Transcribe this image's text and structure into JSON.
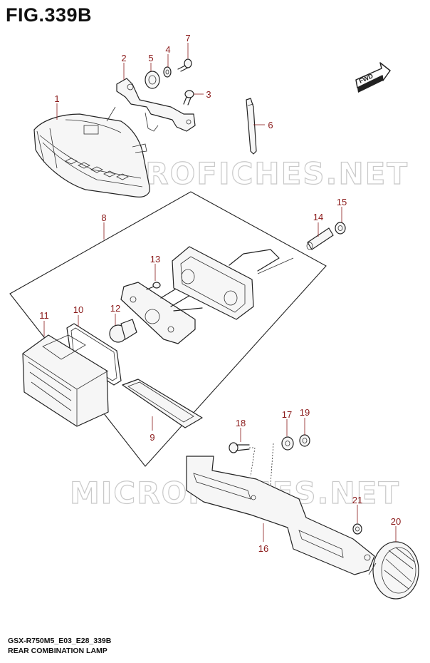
{
  "figure": {
    "title": "FIG.339B",
    "model_code": "GSX-R750M5_E03_E28_339B",
    "section_name": "REAR COMBINATION LAMP"
  },
  "watermarks": [
    "MICROFICHES.NET",
    "MICROFICHES.NET"
  ],
  "direction_badge": "FWD",
  "callouts": [
    {
      "id": "1",
      "label": "1"
    },
    {
      "id": "2",
      "label": "2"
    },
    {
      "id": "3",
      "label": "3"
    },
    {
      "id": "4",
      "label": "4"
    },
    {
      "id": "5",
      "label": "5"
    },
    {
      "id": "6",
      "label": "6"
    },
    {
      "id": "7",
      "label": "7"
    },
    {
      "id": "8",
      "label": "8"
    },
    {
      "id": "9",
      "label": "9"
    },
    {
      "id": "10",
      "label": "10"
    },
    {
      "id": "11",
      "label": "11"
    },
    {
      "id": "12",
      "label": "12"
    },
    {
      "id": "13",
      "label": "13"
    },
    {
      "id": "14",
      "label": "14"
    },
    {
      "id": "15",
      "label": "15"
    },
    {
      "id": "16",
      "label": "16"
    },
    {
      "id": "17",
      "label": "17"
    },
    {
      "id": "18",
      "label": "18"
    },
    {
      "id": "19",
      "label": "19"
    },
    {
      "id": "20",
      "label": "20"
    },
    {
      "id": "21",
      "label": "21"
    }
  ],
  "colors": {
    "callout": "#8b1a1a",
    "line": "#222222",
    "watermark": "#c9c9c9"
  }
}
